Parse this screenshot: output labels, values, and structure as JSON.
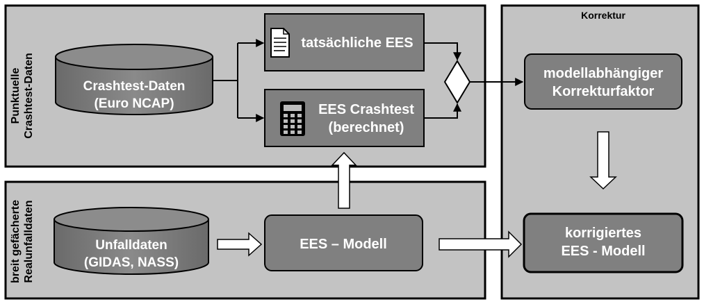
{
  "panels": {
    "top": {
      "label_line1": "Punktuelle",
      "label_line2": "Crashtest-Daten"
    },
    "bottom": {
      "label_line1": "breit gefächerte",
      "label_line2": "Realunfalldaten"
    },
    "right": {
      "title": "Korrektur"
    }
  },
  "nodes": {
    "crashtest_db": {
      "line1": "Crashtest-Daten",
      "line2": "(Euro NCAP)"
    },
    "actual_ees": {
      "label": "tatsächliche EES"
    },
    "ees_crashtest": {
      "line1": "EES Crashtest",
      "line2": "(berechnet)"
    },
    "correction_factor": {
      "line1": "modellabhängiger",
      "line2": "Korrekturfaktor"
    },
    "accident_db": {
      "line1": "Unfalldaten",
      "line2": "(GIDAS, NASS)"
    },
    "ees_model": {
      "label": "EES – Modell"
    },
    "corrected_model": {
      "line1": "korrigiertes",
      "line2": "EES - Modell"
    }
  },
  "icons": {
    "actual_ees": "document-icon",
    "ees_crashtest": "calculator-icon",
    "comparison": "decision-diamond"
  },
  "colors": {
    "panel_fill": "#c3c3c3",
    "box_fill": "#808080",
    "db_fill": "#7d7d7d",
    "stroke": "#000000",
    "text_on_box": "#ffffff",
    "block_arrow_fill": "#ffffff"
  }
}
